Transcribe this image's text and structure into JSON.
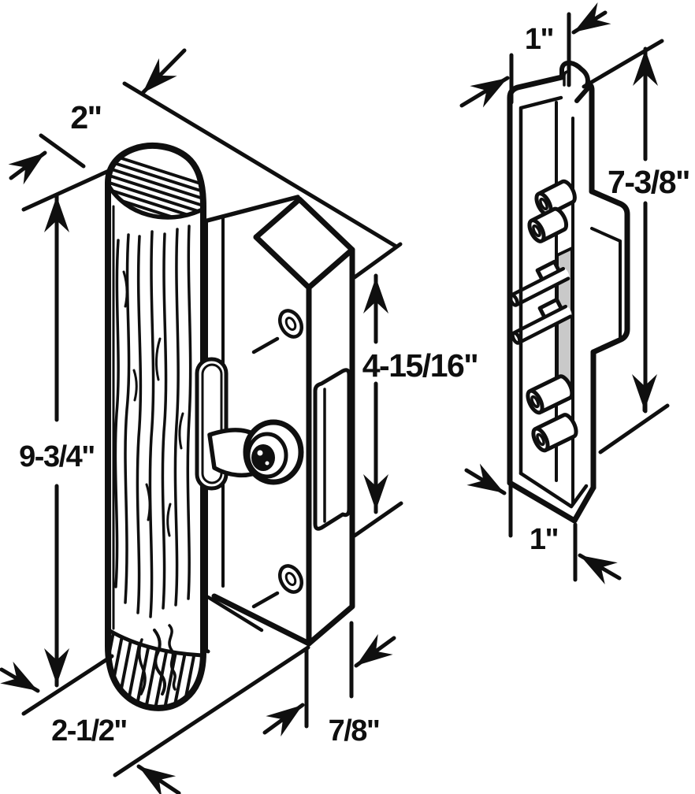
{
  "figure": {
    "type": "isometric technical line drawing",
    "colors": {
      "line": "#0f0f0f",
      "background": "#ffffff",
      "shading": "#c9c9c9"
    }
  },
  "labels": {
    "handle_depth": "2\"",
    "handle_height": "9-3/4\"",
    "latch_span": "4-15/16\"",
    "handle_base_width": "2-1/2\"",
    "latch_depth": "7/8\"",
    "keeper_top_width": "1\"",
    "keeper_height": "7-3/8\"",
    "keeper_bottom_width": "1\""
  }
}
